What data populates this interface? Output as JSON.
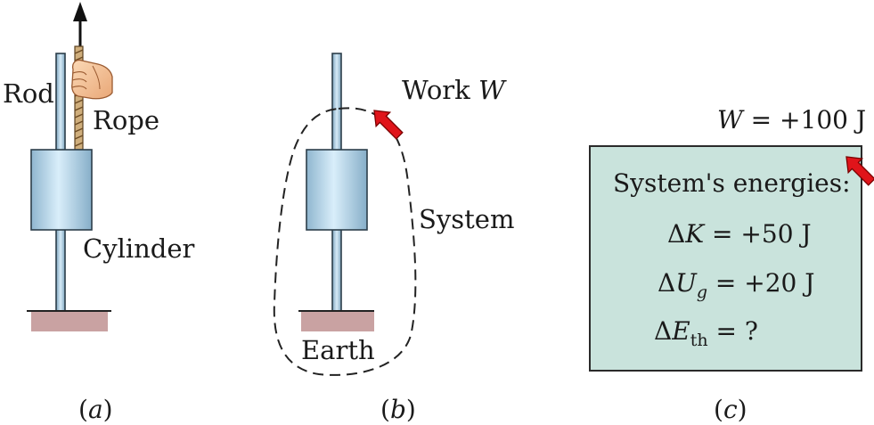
{
  "panel_a": {
    "label_rod": "Rod",
    "label_rope": "Rope",
    "label_cylinder": "Cylinder",
    "caption_letter": "a"
  },
  "panel_b": {
    "label_work": "Work ",
    "label_work_var": "W",
    "label_system": "System",
    "label_earth": "Earth",
    "caption_letter": "b"
  },
  "panel_c": {
    "work_var": "W",
    "work_value": " = +100 J",
    "box_title": "System's energies:",
    "delta": "Δ",
    "k_var": "K",
    "k_value": " = +50 J",
    "u_var": "U",
    "u_sub": "g",
    "u_value": " = +20 J",
    "e_var": "E",
    "e_sub": "th",
    "e_value": " = ?",
    "caption_letter": "c"
  },
  "colors": {
    "cylinder_light": "#d4ecf8",
    "cylinder_dark": "#8bb3cd",
    "ground": "#c9a2a2",
    "energy_box": "#c9e3dc",
    "arrow_red": "#e0141a"
  }
}
